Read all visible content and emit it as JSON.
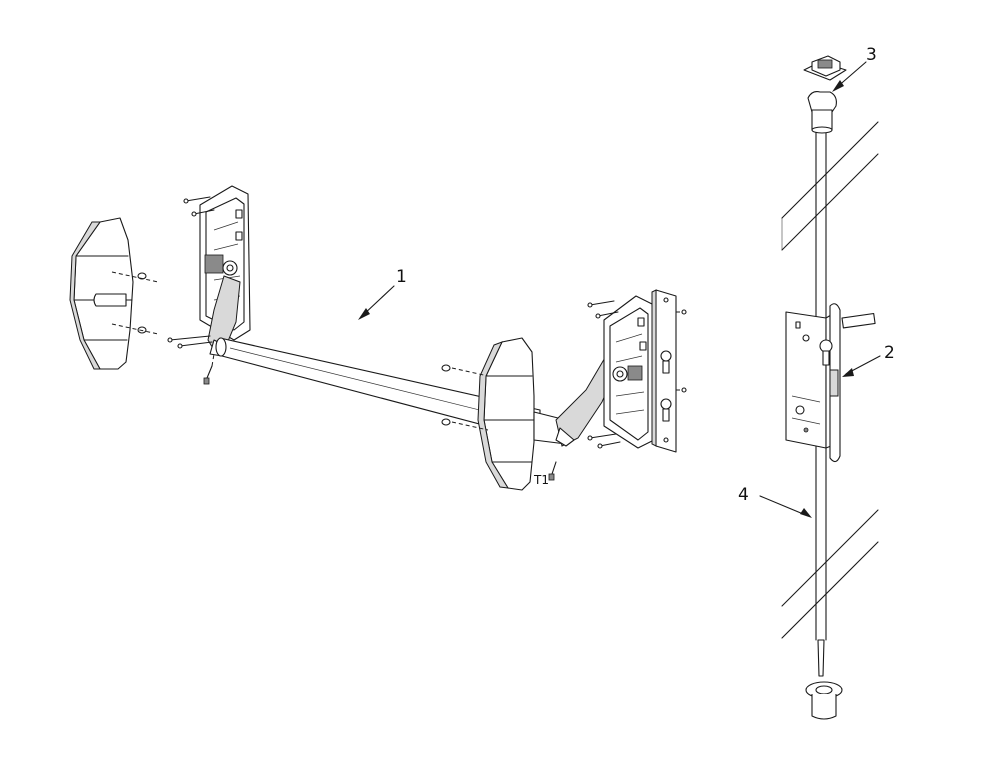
{
  "diagram": {
    "callouts": [
      {
        "id": "1",
        "label": "1"
      },
      {
        "id": "2",
        "label": "2"
      },
      {
        "id": "3",
        "label": "3"
      },
      {
        "id": "4",
        "label": "4"
      }
    ],
    "small_label": "T1"
  },
  "colors": {
    "line": "#1a1a1a",
    "shade": "#d9d9d9",
    "background": "#ffffff"
  }
}
